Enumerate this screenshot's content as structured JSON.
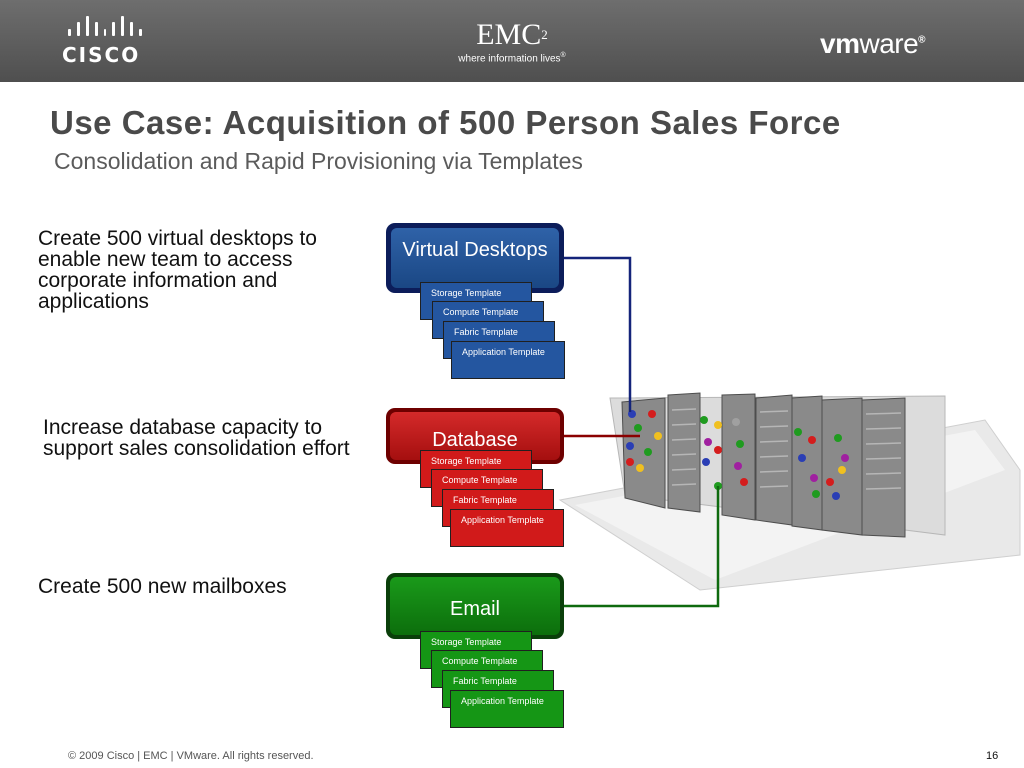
{
  "header": {
    "cisco_logo": "cisco",
    "emc_logo": "EMC",
    "emc_superscript": "2",
    "emc_tagline": "where information lives",
    "emc_reg": "®",
    "vmware_vm": "vm",
    "vmware_ware": "ware",
    "vmware_reg": "®"
  },
  "slide": {
    "title": "Use Case: Acquisition of 500 Person Sales Force",
    "subtitle": "Consolidation and Rapid Provisioning via Templates"
  },
  "use_cases": [
    {
      "description": "Create 500 virtual desktops to enable new team to access corporate information and applications",
      "service": "Virtual Desktops",
      "color": "#1d4b8c",
      "templates": [
        "Storage Template",
        "Compute Template",
        "Fabric Template",
        "Application Template"
      ]
    },
    {
      "description": "Increase database capacity to support sales consolidation effort",
      "service": "Database",
      "color": "#c41a1a",
      "templates": [
        "Storage Template",
        "Compute Template",
        "Fabric Template",
        "Application Template"
      ]
    },
    {
      "description": "Create 500 new mailboxes",
      "service": "Email",
      "color": "#118611",
      "templates": [
        "Storage Template",
        "Compute Template",
        "Fabric Template",
        "Application Template"
      ]
    }
  ],
  "footer": {
    "copyright": "© 2009 Cisco | EMC | VMware. All rights reserved.",
    "page_number": "16"
  }
}
